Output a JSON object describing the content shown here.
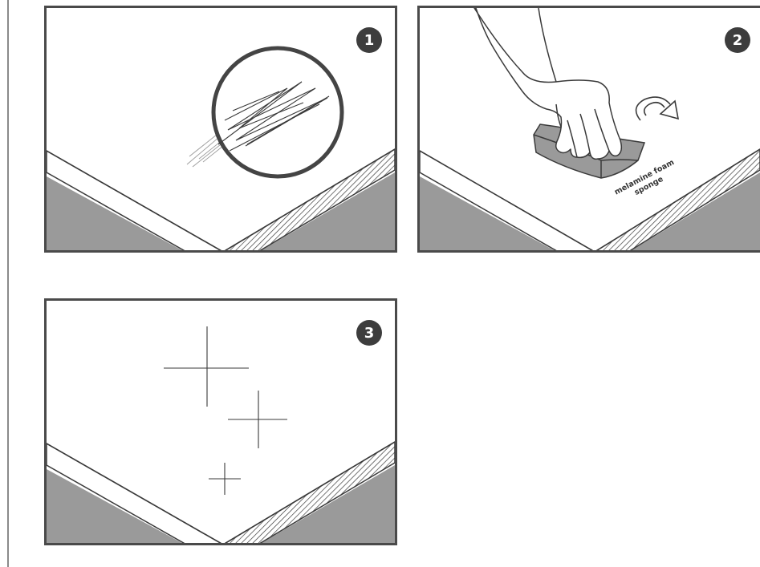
{
  "steps": [
    {
      "number": "1",
      "label": ""
    },
    {
      "number": "2",
      "label": ""
    },
    {
      "number": "3",
      "label": ""
    }
  ],
  "sponge_label": {
    "line1": "melamine foam",
    "line2": "sponge"
  },
  "colors": {
    "frame": "#4a4a4a",
    "shadow": "#9a9a9a",
    "line": "#3a3a3a",
    "badge": "#3d3d3d"
  },
  "icons": [
    "scratch-magnifier-icon",
    "hand-icon",
    "sponge-icon",
    "rotate-arrow-icon",
    "sparkle-icon"
  ]
}
